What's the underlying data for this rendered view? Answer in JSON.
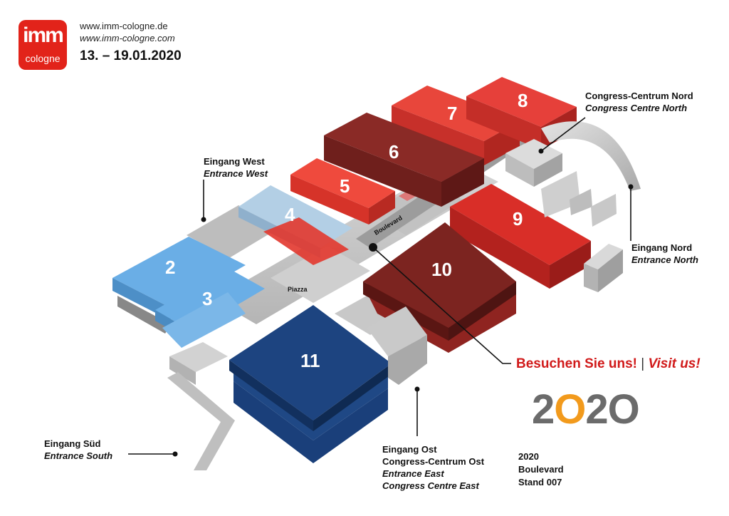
{
  "header": {
    "logo_top": "imm",
    "logo_bottom": "cologne",
    "url_de": "www.imm-cologne.de",
    "url_com": "www.imm-cologne.com",
    "dates": "13. – 19.01.2020"
  },
  "halls": {
    "h2": "2",
    "h3": "3",
    "h4": "4",
    "h5": "5",
    "h6": "6",
    "h7": "7",
    "h8": "8",
    "h9": "9",
    "h10": "10",
    "h11": "11"
  },
  "places": {
    "piazza": "Piazza",
    "boulevard": "Boulevard"
  },
  "labels": {
    "west_de": "Eingang West",
    "west_en": "Entrance West",
    "ccn_de": "Congress-Centrum Nord",
    "ccn_en": "Congress Centre North",
    "north_de": "Eingang Nord",
    "north_en": "Entrance North",
    "south_de": "Eingang Süd",
    "south_en": "Entrance South",
    "east_de1": "Eingang Ost",
    "east_de2": "Congress-Centrum Ost",
    "east_en1": "Entrance East",
    "east_en2": "Congress Centre East"
  },
  "visit": {
    "de": "Besuchen Sie uns!",
    "sep": "|",
    "en": "Visit us!"
  },
  "year": {
    "d1": "2",
    "d2": "O",
    "d3": "2",
    "d4": "O"
  },
  "stand": {
    "line1": "2020",
    "line2": "Boulevard",
    "line3": "Stand 007"
  },
  "colors": {
    "brand_red": "#e2231a",
    "visit_red": "#d11a1a",
    "hall_blue_light": "#6aaee6",
    "hall_blue_pale": "#a9c9e3",
    "hall_navy": "#1d4480",
    "hall_red": "#e2372d",
    "hall_dark_red": "#6f1f1c",
    "accent_orange": "#f29a1c"
  }
}
